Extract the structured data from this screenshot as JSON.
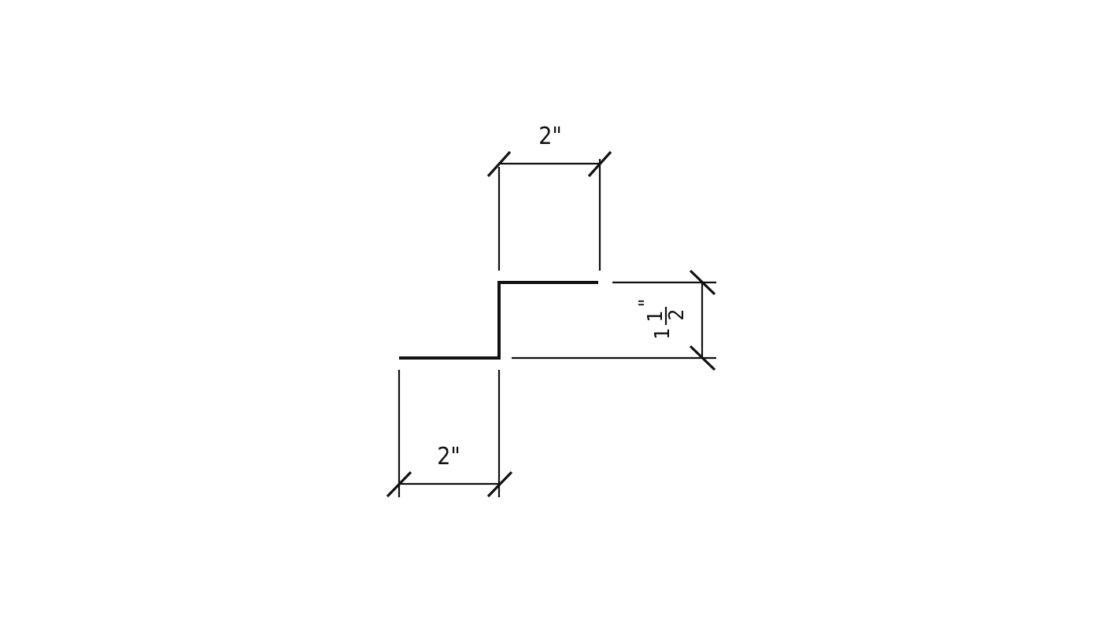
{
  "diagram": {
    "top_width_label": "2\"",
    "bottom_width_label": "2\"",
    "rise_label": {
      "whole": "1",
      "numerator": "1",
      "denominator": "2",
      "unit": "\""
    }
  }
}
